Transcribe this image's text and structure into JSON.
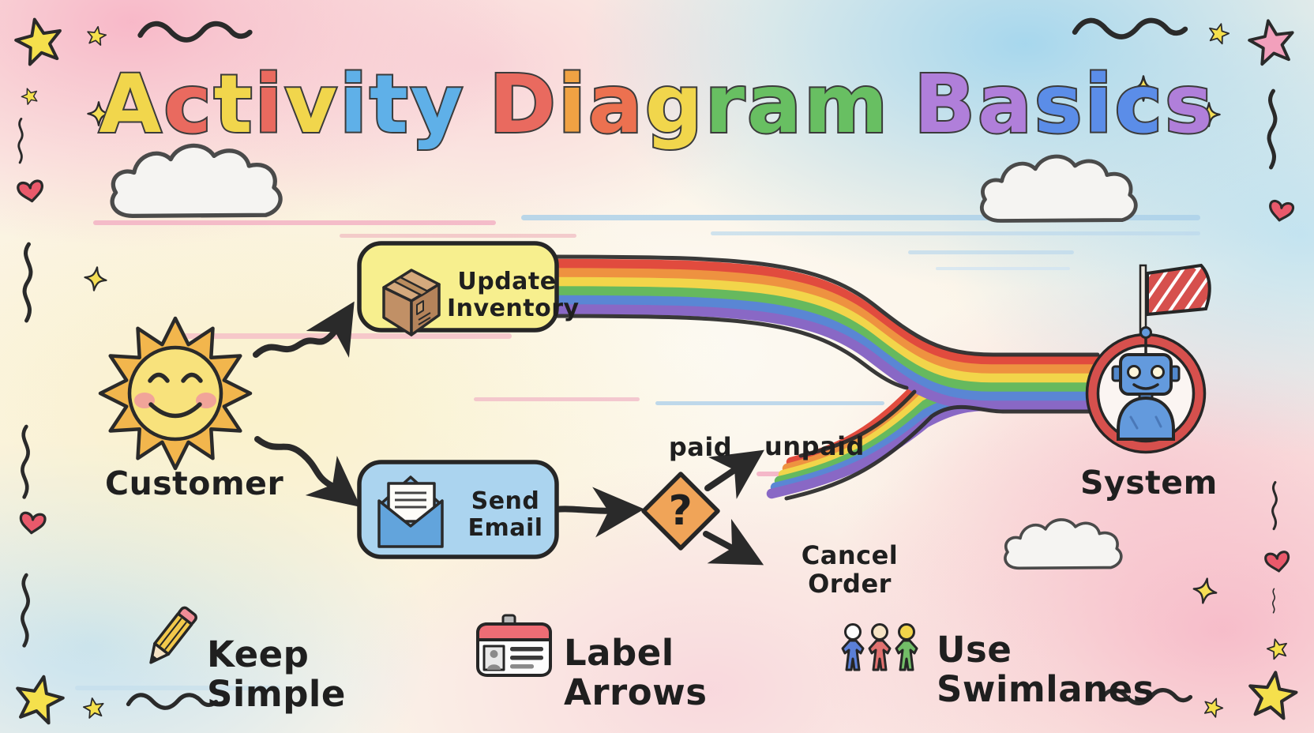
{
  "title": {
    "text": "Activity Diagram Basics",
    "letters": [
      {
        "ch": "A",
        "color": "#f1d64c"
      },
      {
        "ch": "c",
        "color": "#e96a5f"
      },
      {
        "ch": "t",
        "color": "#f1d64c"
      },
      {
        "ch": "i",
        "color": "#e96a5f"
      },
      {
        "ch": "v",
        "color": "#f1d64c"
      },
      {
        "ch": "i",
        "color": "#5fb0e8"
      },
      {
        "ch": "t",
        "color": "#5fb0e8"
      },
      {
        "ch": "y",
        "color": "#5fb0e8"
      },
      {
        "ch": " "
      },
      {
        "ch": "D",
        "color": "#e96a5f"
      },
      {
        "ch": "i",
        "color": "#f0a243"
      },
      {
        "ch": "a",
        "color": "#ec7150"
      },
      {
        "ch": "g",
        "color": "#f1d64c"
      },
      {
        "ch": "r",
        "color": "#68bf62"
      },
      {
        "ch": "a",
        "color": "#68bf62"
      },
      {
        "ch": "m",
        "color": "#68bf62"
      },
      {
        "ch": " "
      },
      {
        "ch": "B",
        "color": "#b07fda"
      },
      {
        "ch": "a",
        "color": "#b07fda"
      },
      {
        "ch": "s",
        "color": "#5b8de8"
      },
      {
        "ch": "i",
        "color": "#5b8de8"
      },
      {
        "ch": "c",
        "color": "#5b8de8"
      },
      {
        "ch": "s",
        "color": "#b07fda"
      }
    ]
  },
  "nodes": {
    "actor": {
      "label": "Customer",
      "icon": "sun-icon"
    },
    "activity1": {
      "label": "Update Inventory",
      "icon": "package-icon",
      "fill": "#f7ef8e"
    },
    "activity2": {
      "label": "Send Email",
      "icon": "envelope-icon",
      "fill": "#abd4ef"
    },
    "decision": {
      "symbol": "?",
      "fill": "#f0a458"
    },
    "system": {
      "label": "System",
      "icon": "robot-icon"
    }
  },
  "edges": {
    "paid": "paid",
    "unpaid": "unpaid",
    "cancel": "Cancel Order"
  },
  "tips": [
    {
      "icon": "pencil-icon",
      "label": "Keep Simple"
    },
    {
      "icon": "id-badge-icon",
      "label": "Label Arrows"
    },
    {
      "icon": "people-icon",
      "label": "Use Swimlanes"
    }
  ],
  "colors": {
    "rainbow": [
      "#e14b3e",
      "#ee9240",
      "#f2d54a",
      "#66b95e",
      "#5a86d4",
      "#8968c5"
    ],
    "outline": "#2a2a2a",
    "accent_red": "#d6504d",
    "robot_blue": "#639add",
    "node_yellow": "#f7ef8e",
    "node_blue": "#abd4ef",
    "decision_orange": "#f0a458",
    "star_yellow": "#f5e04c",
    "star_pink": "#f2a0bc",
    "heart_red": "#e9596b"
  }
}
